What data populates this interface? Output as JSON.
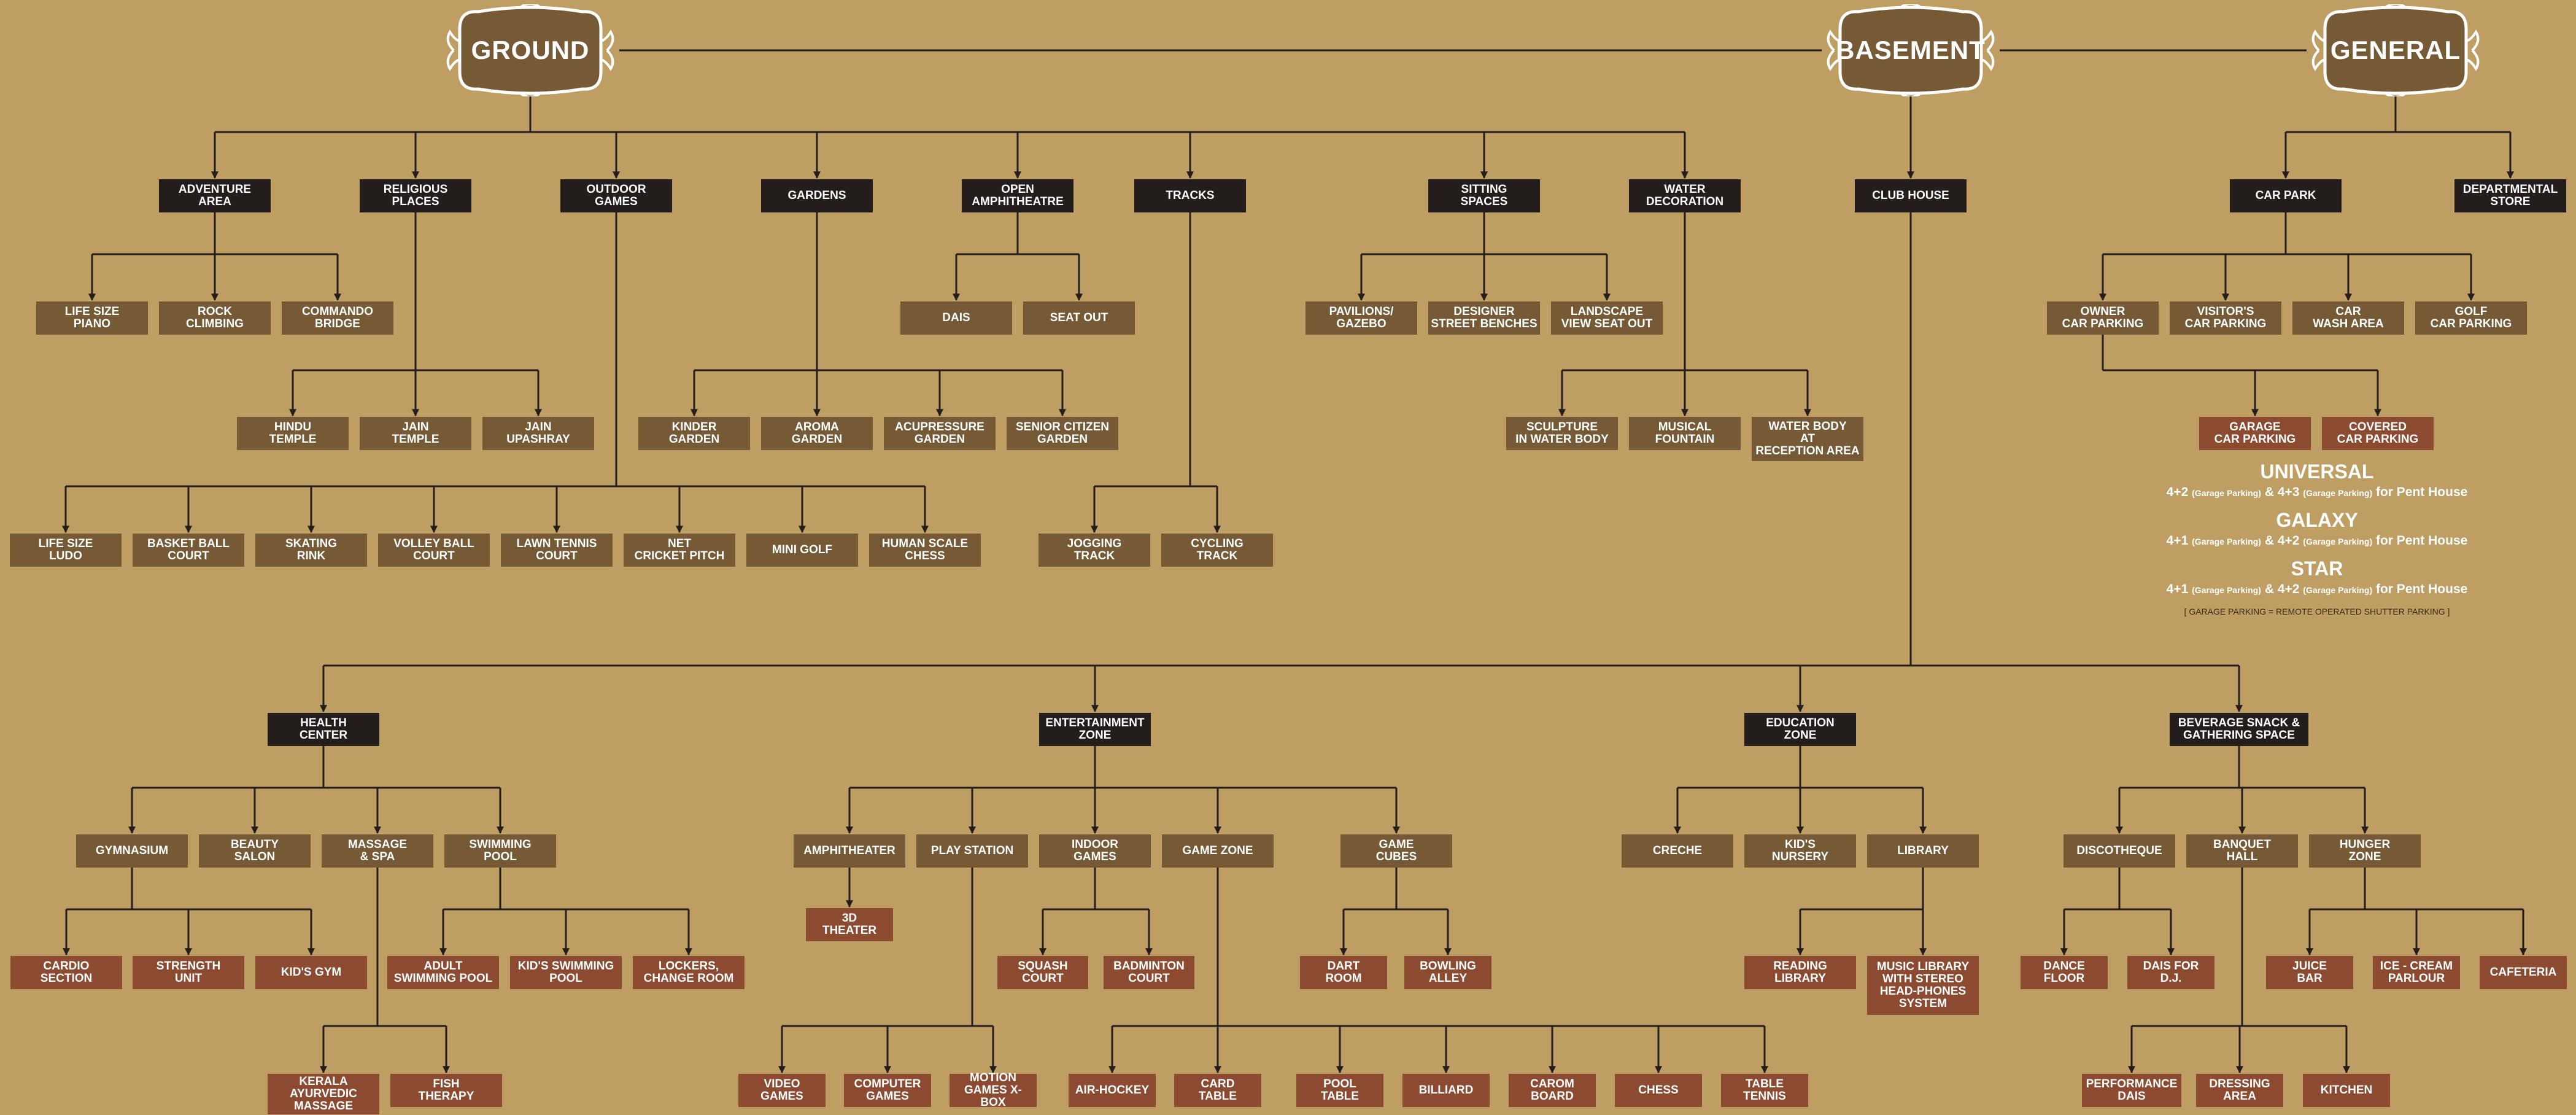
{
  "sections": {
    "ground": "GROUND",
    "basement": "BASEMENT",
    "general": "GENERAL"
  },
  "nodes": {
    "adventure_area": "ADVENTURE\nAREA",
    "religious_places": "RELIGIOUS\nPLACES",
    "outdoor_games": "OUTDOOR\nGAMES",
    "gardens": "GARDENS",
    "open_amphitheatre": "OPEN\nAMPHITHEATRE",
    "tracks": "TRACKS",
    "sitting_spaces": "SITTING\nSPACES",
    "water_decoration": "WATER\nDECORATION",
    "club_house": "CLUB HOUSE",
    "car_park": "CAR PARK",
    "departmental_store": "DEPARTMENTAL\nSTORE",
    "life_size_piano": "LIFE SIZE\nPIANO",
    "rock_climbing": "ROCK\nCLIMBING",
    "commando_bridge": "COMMANDO\nBRIDGE",
    "dais": "DAIS",
    "seat_out": "SEAT OUT",
    "pavilions": "PAVILIONS/\nGAZEBO",
    "designer_benches": "DESIGNER\nSTREET BENCHES",
    "landscape_view": "LANDSCAPE\nVIEW  SEAT OUT",
    "owner_parking": "OWNER\nCAR PARKING",
    "visitor_parking": "VISITOR'S\nCAR PARKING",
    "car_wash": "CAR\nWASH AREA",
    "golf_parking": "GOLF\nCAR PARKING",
    "hindu_temple": "HINDU\nTEMPLE",
    "jain_temple": "JAIN\nTEMPLE",
    "jain_upashray": "JAIN\nUPASHRAY",
    "kinder_garden": "KINDER\nGARDEN",
    "aroma_garden": "AROMA\nGARDEN",
    "acupressure_garden": "ACUPRESSURE\nGARDEN",
    "senior_garden": "SENIOR CITIZEN\nGARDEN",
    "sculpture": "SCULPTURE\nIN WATER BODY",
    "musical_fountain": "MUSICAL\nFOUNTAIN",
    "water_body": "WATER BODY\nAT\nRECEPTION AREA",
    "garage_parking": "GARAGE\nCAR PARKING",
    "covered_parking": "COVERED\nCAR PARKING",
    "life_size_ludo": "LIFE SIZE\nLUDO",
    "basket_ball": "BASKET BALL\nCOURT",
    "skating_rink": "SKATING\nRINK",
    "volley_ball": "VOLLEY BALL\nCOURT",
    "lawn_tennis": "LAWN TENNIS\nCOURT",
    "net_cricket": "NET\nCRICKET  PITCH",
    "mini_golf": "MINI GOLF",
    "human_chess": "HUMAN SCALE\nCHESS",
    "jogging_track": "JOGGING\nTRACK",
    "cycling_track": "CYCLING\nTRACK",
    "health_center": "HEALTH\nCENTER",
    "entertainment_zone": "ENTERTAINMENT\nZONE",
    "education_zone": "EDUCATION\nZONE",
    "beverage_space": "BEVERAGE SNACK &\nGATHERING SPACE",
    "gymnasium": "GYMNASIUM",
    "beauty_salon": "BEAUTY\nSALON",
    "massage_spa": "MASSAGE\n& SPA",
    "swimming_pool": "SWIMMING\nPOOL",
    "amphitheater": "AMPHITHEATER",
    "play_station": "PLAY STATION",
    "indoor_games": "INDOOR\nGAMES",
    "game_zone": "GAME ZONE",
    "game_cubes": "GAME\nCUBES",
    "creche": "CRECHE",
    "kids_nursery": "KID'S\nNURSERY",
    "library": "LIBRARY",
    "discotheque": "DISCOTHEQUE",
    "banquet_hall": "BANQUET\nHALL",
    "hunger_zone": "HUNGER\nZONE",
    "theater_3d": "3D\nTHEATER",
    "cardio": "CARDIO\nSECTION",
    "strength": "STRENGTH\nUNIT",
    "kids_gym": "KID'S GYM",
    "adult_pool": "ADULT\nSWIMMING POOL",
    "kids_pool": "KID'S SWIMMING\nPOOL",
    "lockers": "LOCKERS,\nCHANGE ROOM",
    "squash": "SQUASH\nCOURT",
    "badminton": "BADMINTON\nCOURT",
    "dart_room": "DART\nROOM",
    "bowling": "BOWLING\nALLEY",
    "reading_library": "READING\nLIBRARY",
    "music_library": "MUSIC LIBRARY\nWITH STEREO\nHEAD-PHONES\nSYSTEM",
    "dance_floor": "DANCE\nFLOOR",
    "dais_dj": "DAIS FOR\nD.J.",
    "juice_bar": "JUICE\nBAR",
    "ice_cream": "ICE - CREAM\nPARLOUR",
    "cafeteria": "CAFETERIA",
    "kerala": "KERALA\nAYURVEDIC\nMASSAGE",
    "fish_therapy": "FISH\nTHERAPY",
    "video_games": "VIDEO GAMES",
    "computer_games": "COMPUTER\nGAMES",
    "motion_games": "MOTION\nGAMES X-BOX",
    "air_hockey": "AIR-HOCKEY",
    "card_table": "CARD\nTABLE",
    "pool_table": "POOL\nTABLE",
    "billiard": "BILLIARD",
    "carom_board": "CAROM\nBOARD",
    "chess": "CHESS",
    "table_tennis": "TABLE\nTENNIS",
    "performance_dais": "PERFORMANCE\nDAIS",
    "dressing_area": "DRESSING\nAREA",
    "kitchen": "KITCHEN"
  },
  "parking_info": {
    "universal": {
      "title": "UNIVERSAL",
      "a": "4+2",
      "b": "4+3",
      "garage": "(Garage Parking)",
      "amp": "&",
      "suffix": "for Pent House"
    },
    "galaxy": {
      "title": "GALAXY",
      "a": "4+1",
      "b": "4+2",
      "garage": "(Garage Parking)",
      "amp": "&",
      "suffix": "for Pent House"
    },
    "star": {
      "title": "STAR",
      "a": "4+1",
      "b": "4+2",
      "garage": "(Garage Parking)",
      "amp": "&",
      "suffix": "for Pent House"
    },
    "footnote": "[ GARAGE PARKING = REMOTE OPERATED SHUTTER PARKING ]"
  },
  "colors": {
    "background": "#bf9e64",
    "category_box": "#231e1b",
    "item_box": "#765a36",
    "sub_item_box": "#8c4a30",
    "connector": "#231e1b",
    "badge_fill": "#765a36",
    "badge_border": "#ffffff"
  }
}
